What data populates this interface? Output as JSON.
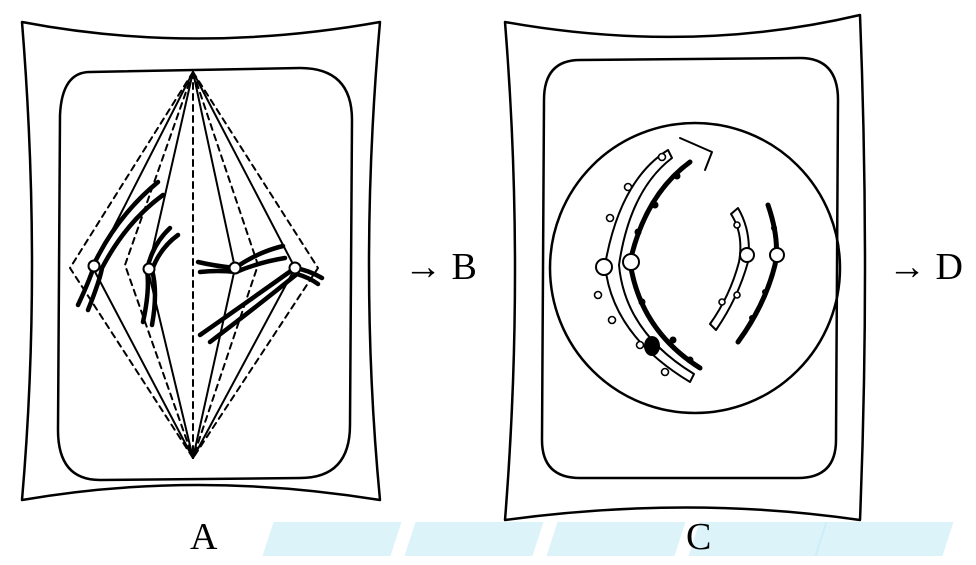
{
  "figure": {
    "cell_a": {
      "label": "A",
      "arrow": "→ B"
    },
    "cell_c": {
      "label": "C",
      "arrow": "→ D"
    }
  },
  "colors": {
    "ink": "#000000",
    "paper": "#ffffff",
    "watermark": "#bfe9f6"
  }
}
